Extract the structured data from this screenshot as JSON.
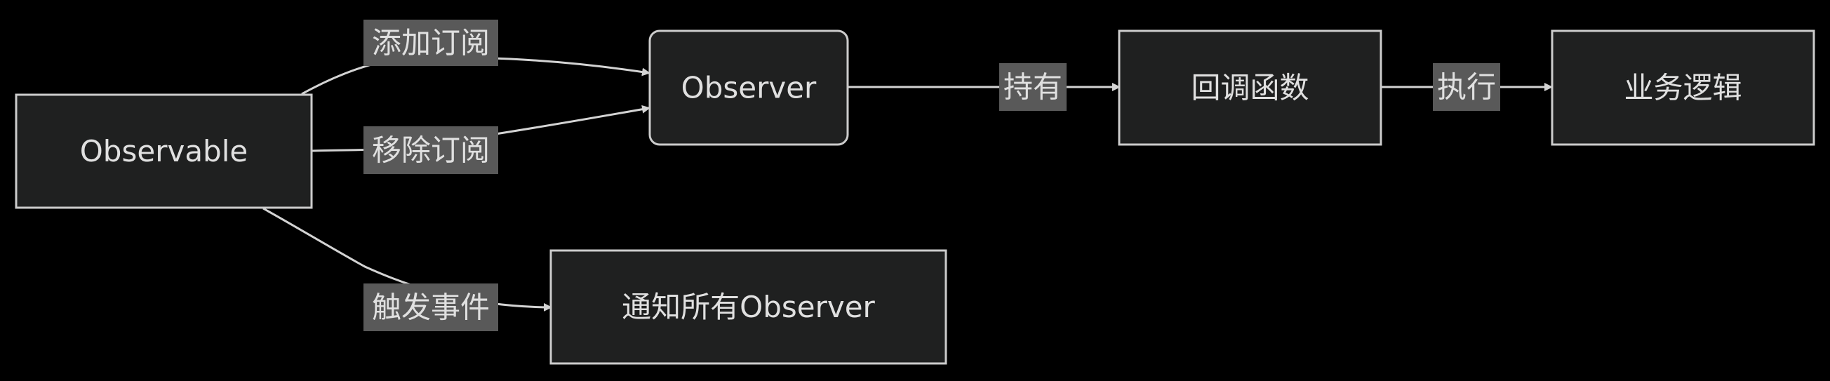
{
  "nodes": {
    "observable": "Observable",
    "observer": "Observer",
    "callback": "回调函数",
    "business": "业务逻辑",
    "notify": "通知所有Observer"
  },
  "edges": {
    "add_subscription": "添加订阅",
    "remove_subscription": "移除订阅",
    "trigger_event": "触发事件",
    "holds": "持有",
    "execute": "执行"
  },
  "colors": {
    "background": "#000000",
    "node_fill": "#1f2020",
    "node_stroke": "#cccccc",
    "label_background": "#595959",
    "text": "#e0e0e0"
  }
}
